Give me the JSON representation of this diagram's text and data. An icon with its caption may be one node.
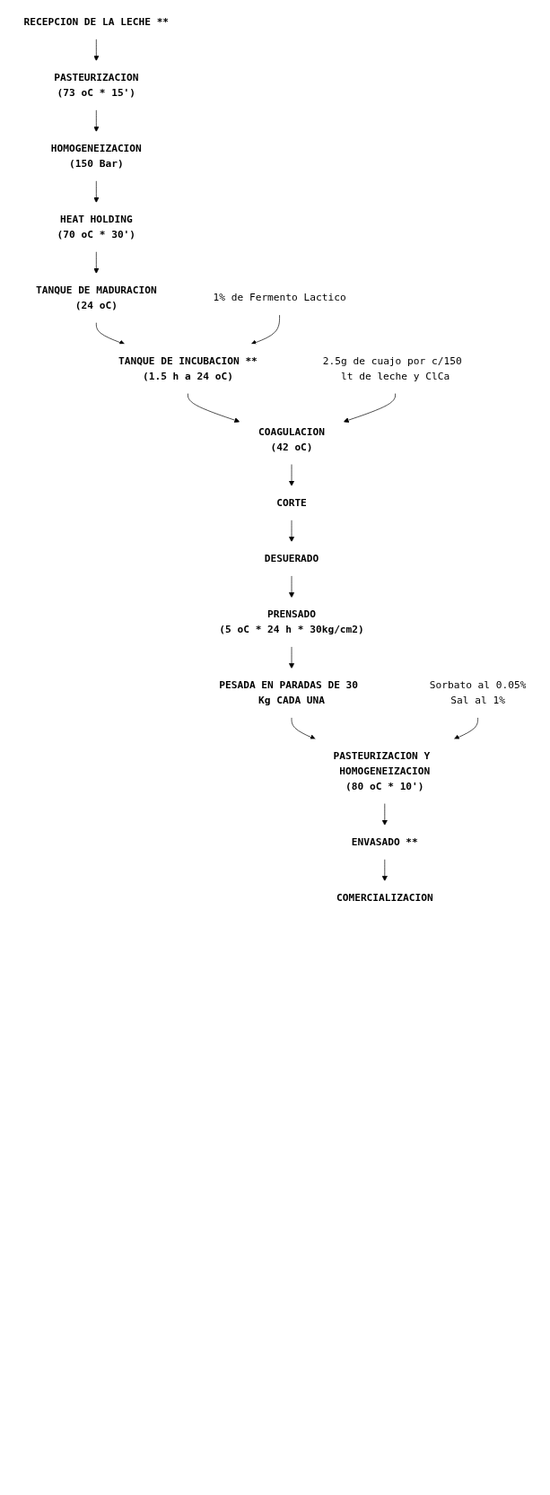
{
  "diagram": {
    "nodes": [
      {
        "text": [
          "RECEPCION DE LA LECHE **"
        ]
      },
      {
        "text": [
          "PASTEURIZACION",
          "(73 oC * 15')"
        ]
      },
      {
        "text": [
          "HOMOGENEIZACION",
          "(150 Bar)"
        ]
      },
      {
        "text": [
          "HEAT HOLDING",
          "(70 oC * 30')"
        ]
      },
      {
        "text": [
          "TANQUE DE MADURACION",
          "(24 oC)"
        ]
      },
      {
        "text": [
          "1% de Fermento Lactico"
        ]
      },
      {
        "text": [
          "TANQUE DE INCUBACION **",
          "(1.5 h a 24 oC)"
        ]
      },
      {
        "text": [
          "2.5g de cuajo por c/150 lt de leche y ClCa"
        ]
      },
      {
        "text": [
          "COAGULACION",
          "(42 oC)"
        ]
      },
      {
        "text": [
          "CORTE"
        ]
      },
      {
        "text": [
          "DESUERADO"
        ]
      },
      {
        "text": [
          "PRENSADO",
          "(5 oC * 24 h * 30kg/cm2)"
        ]
      },
      {
        "text": [
          "PESADA EN PARADAS DE 30 Kg CADA UNA"
        ]
      },
      {
        "text": [
          "Sorbato al 0.05%",
          "Sal al 1%"
        ]
      },
      {
        "text": [
          "PASTEURIZACION Y HOMOGENEIZACION",
          "(80 oC * 10')"
        ]
      },
      {
        "text": [
          "ENVASADO **"
        ]
      },
      {
        "text": [
          "COMERCIALIZACION"
        ]
      }
    ],
    "edges": [
      {
        "from": 0,
        "to": 1,
        "arrow": "to"
      },
      {
        "from": 1,
        "to": 2,
        "arrow": "to"
      },
      {
        "from": 2,
        "to": 3,
        "arrow": "to"
      },
      {
        "from": 3,
        "to": 4,
        "arrow": "to"
      },
      {
        "from": 4,
        "to": 6,
        "arrow": "to"
      },
      {
        "from": 5,
        "to": 6,
        "arrow": "to"
      },
      {
        "from": 6,
        "to": 8,
        "arrow": "to"
      },
      {
        "from": 7,
        "to": 8,
        "arrow": "to"
      },
      {
        "from": 8,
        "to": 9,
        "arrow": "to"
      },
      {
        "from": 9,
        "to": 10,
        "arrow": "to"
      },
      {
        "from": 10,
        "to": 11,
        "arrow": "to"
      },
      {
        "from": 11,
        "to": 12,
        "arrow": "to"
      },
      {
        "from": 12,
        "to": 14,
        "arrow": "to"
      },
      {
        "from": 13,
        "to": 14,
        "arrow": "to"
      },
      {
        "from": 14,
        "to": 15,
        "arrow": "to"
      },
      {
        "from": 15,
        "to": 16,
        "arrow": "to"
      }
    ]
  }
}
